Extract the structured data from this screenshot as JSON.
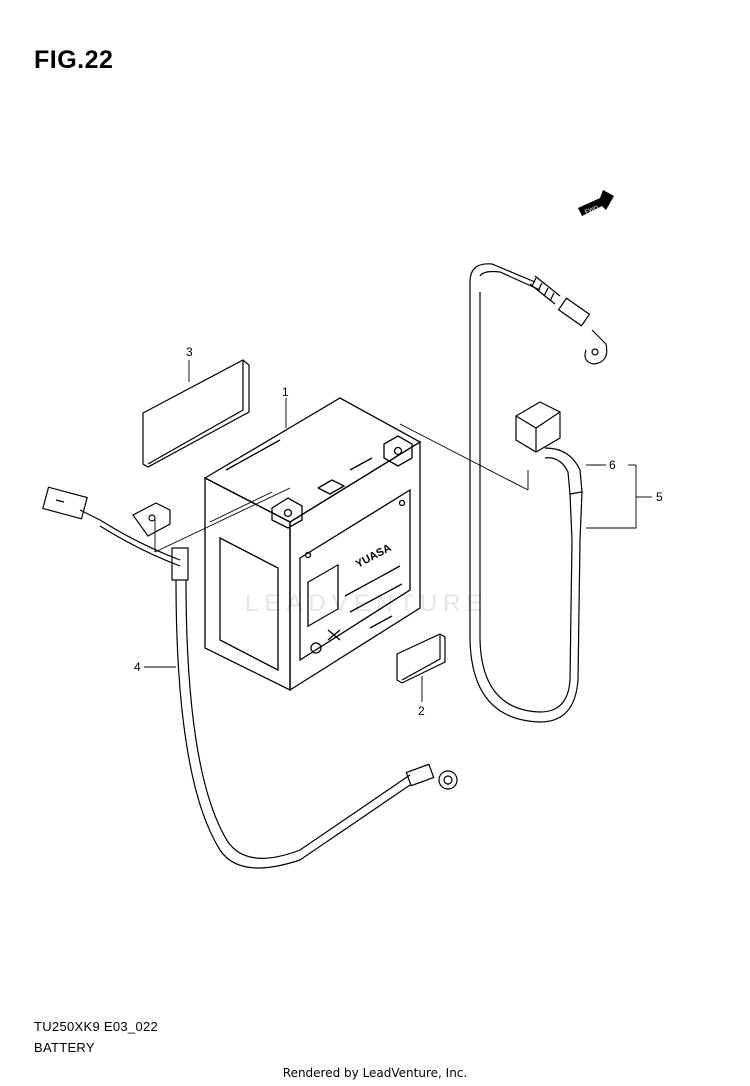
{
  "figure": {
    "title": "FIG.22",
    "model_code": "TU250XK9 E03_022",
    "section": "BATTERY"
  },
  "brand_label": "YUASA",
  "direction_label": "FWD",
  "watermark": "LEADVENTURE",
  "callouts": [
    "1",
    "2",
    "3",
    "4",
    "5",
    "6"
  ],
  "footer": "Rendered by LeadVenture, Inc."
}
